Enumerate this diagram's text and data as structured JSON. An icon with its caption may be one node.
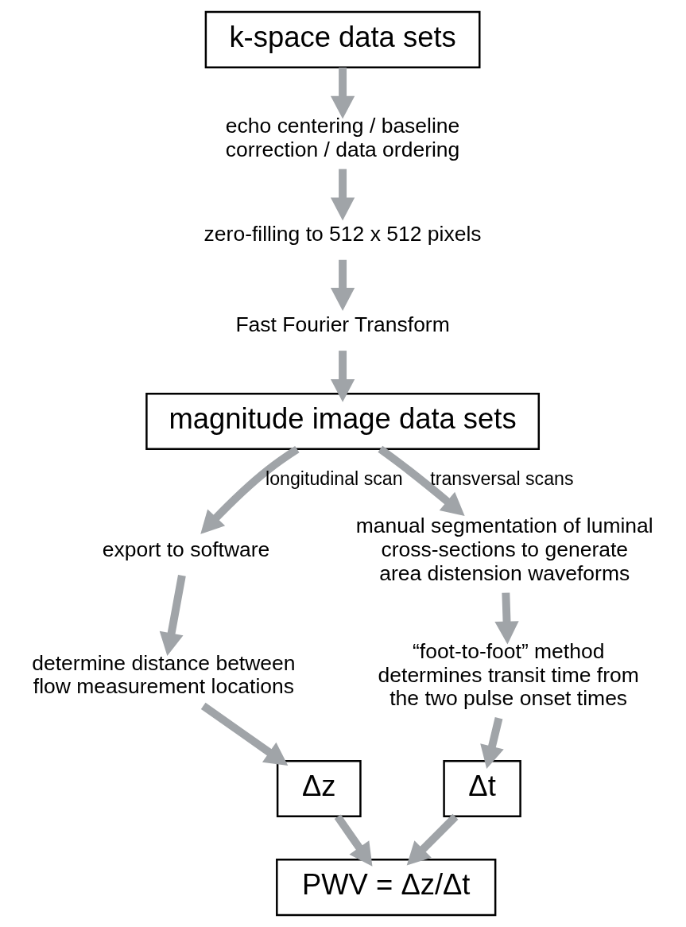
{
  "diagram": {
    "nodes": [
      {
        "text": [
          "k-space data sets"
        ]
      },
      {
        "text": [
          "echo centering / baseline correction / data ordering"
        ]
      },
      {
        "text": [
          "zero-filling to 512 x 512 pixels"
        ]
      },
      {
        "text": [
          "Fast Fourier Transform"
        ]
      },
      {
        "text": [
          "magnitude image data sets"
        ]
      },
      {
        "text": [
          "export to software"
        ]
      },
      {
        "text": [
          "determine distance between flow measurement locations"
        ]
      },
      {
        "text": [
          "manual segmentation of luminal cross-sections to generate area distension waveforms"
        ]
      },
      {
        "text": [
          "“foot-to-foot” method determines transit time from the two pulse onset times"
        ]
      },
      {
        "text": [
          "Δz"
        ]
      },
      {
        "text": [
          "Δt"
        ]
      },
      {
        "text": [
          "PWV = Δz/Δt"
        ]
      }
    ],
    "edges": [
      {
        "from": 0,
        "to": 1,
        "arrow": "to"
      },
      {
        "from": 1,
        "to": 2,
        "arrow": "to"
      },
      {
        "from": 2,
        "to": 3,
        "arrow": "to"
      },
      {
        "from": 3,
        "to": 4,
        "arrow": "to"
      },
      {
        "from": 4,
        "to": 5,
        "arrow": "to",
        "label": "longitudinal scan"
      },
      {
        "from": 4,
        "to": 7,
        "arrow": "to",
        "label": "transversal scans"
      },
      {
        "from": 5,
        "to": 6,
        "arrow": "to"
      },
      {
        "from": 6,
        "to": 9,
        "arrow": "to"
      },
      {
        "from": 7,
        "to": 8,
        "arrow": "to"
      },
      {
        "from": 8,
        "to": 10,
        "arrow": "to"
      },
      {
        "from": 9,
        "to": 11,
        "arrow": "to"
      },
      {
        "from": 10,
        "to": 11,
        "arrow": "to"
      }
    ]
  }
}
